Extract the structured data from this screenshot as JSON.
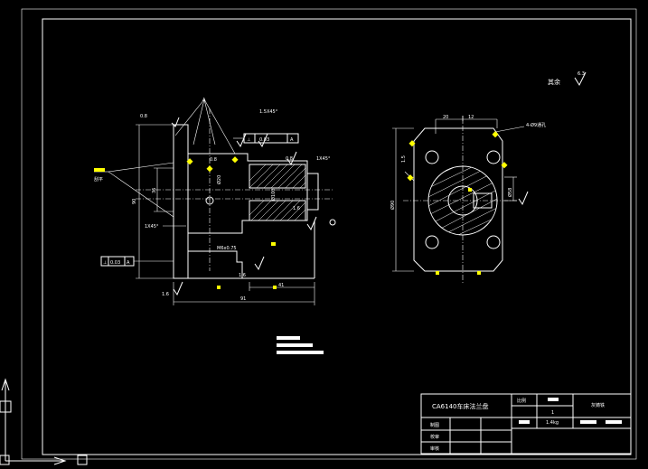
{
  "drawing": {
    "title": "CA6140车床法兰盘",
    "notes_label": "其余",
    "roughness_main": "6.3",
    "title_block": {
      "row_labels": [
        "制图",
        "校审",
        "审核"
      ],
      "ratio_label": "比例",
      "quantity": "1",
      "weight": "1.4kg",
      "material": "灰铸铁"
    }
  },
  "annotations": {
    "side_view": {
      "chamfer_top": "1.5X45°",
      "chamfer_right": "1X45°",
      "chamfer_left": "1X45°",
      "rough_top_left": "0.8",
      "rough_mid": "0.8",
      "rough_mid2": "0.8",
      "rough_bore": "1.6",
      "rough_left_bottom": "1.6",
      "roughness_right": "1.6",
      "tol_top_symbol": "⊥",
      "tol_top_value": "0.03",
      "tol_top_datum": "A",
      "tol_left_symbol": "⊥",
      "tol_left_value": "0.03",
      "tol_left_datum": "A",
      "dim_90": "90",
      "dim_36": "36",
      "dim_91": "91",
      "dim_41": "41",
      "dim_inner": "Ø20",
      "dim_bore": "Ø100",
      "dim_thread": "M6x0.75",
      "label_datum": "A",
      "label_left": "刮平"
    },
    "front_view": {
      "dim_20": "20",
      "dim_12": "12",
      "dim_90v": "Ø90",
      "dim_right": "Ø58",
      "dim_left_r": "1.5",
      "label_hole": "4-Ø9通孔"
    }
  }
}
